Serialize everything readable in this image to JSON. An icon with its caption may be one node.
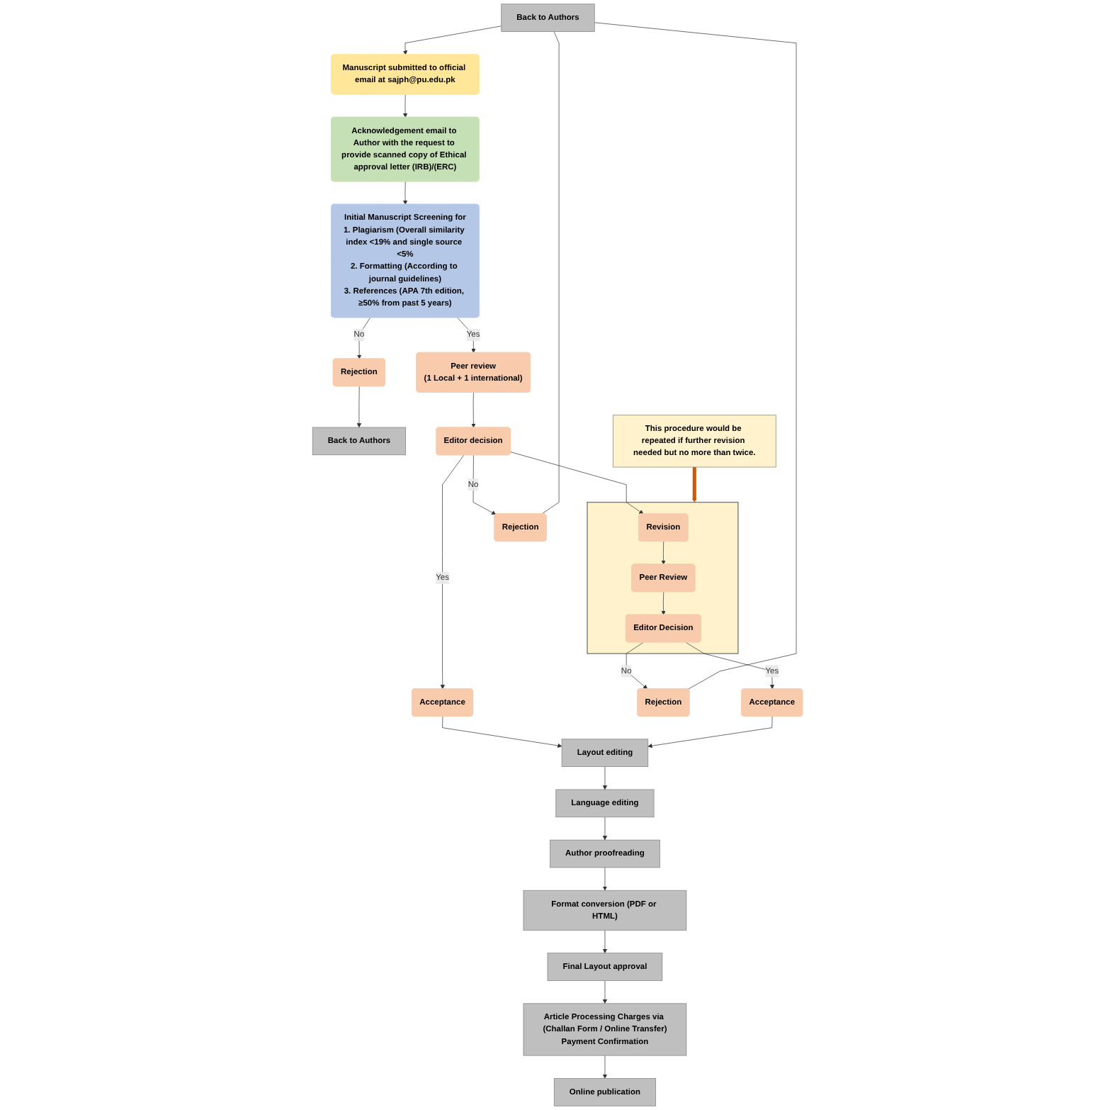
{
  "diagram": {
    "nodes": [
      {
        "text": [
          "Manuscript submitted to official email at sajph@pu.edu.pk"
        ]
      },
      {
        "text": [
          "Acknowledgement email to Author with the request to provide scanned copy of Ethical approval letter (IRB)/(ERC)"
        ]
      },
      {
        "text": [
          "Initial Manuscript Screening for",
          "1. Plagiarism (Overall similarity index <19% and single source <5%",
          "2. Formatting (According to journal guidelines)",
          "3. References (APA 7th edition, ≥50% from past 5 years)"
        ]
      },
      {
        "text": [
          "Peer review",
          "(1 Local + 1 international)"
        ]
      },
      {
        "text": [
          "Rejection"
        ]
      },
      {
        "text": [
          "Back to Authors"
        ]
      },
      {
        "text": [
          "Editor decision"
        ]
      },
      {
        "text": [
          "Rejection"
        ]
      },
      {
        "text": [],
        "shape": "box"
      },
      {
        "text": [
          "Revision"
        ],
        "in": 8
      },
      {
        "text": [
          "Peer Review"
        ],
        "in": 8
      },
      {
        "text": [
          "Editor Decision"
        ],
        "in": 8
      },
      {
        "text": [
          "Acceptance"
        ]
      },
      {
        "text": [
          "This procedure would be repeated if further revision needed but no more than twice."
        ]
      },
      {
        "text": [
          "Rejection"
        ]
      },
      {
        "text": [
          "Acceptance"
        ]
      },
      {
        "text": [
          "Back to Authors"
        ]
      },
      {
        "text": [
          "Layout editing"
        ]
      },
      {
        "text": [
          "Language editing"
        ]
      },
      {
        "text": [
          "Author proofreading"
        ]
      },
      {
        "text": [
          "Format conversion (PDF or HTML)"
        ]
      },
      {
        "text": [
          "Final Layout approval"
        ]
      },
      {
        "text": [
          "Article Processing Charges via (Challan Form / Online Transfer)",
          "Payment Confirmation"
        ]
      },
      {
        "text": [
          "Online publication"
        ]
      }
    ],
    "edges": [
      {
        "from": 0,
        "to": 1,
        "arrow": "to"
      },
      {
        "from": 1,
        "to": 2,
        "arrow": "to"
      },
      {
        "from": 2,
        "to": 3,
        "arrow": "to",
        "label": "Yes"
      },
      {
        "from": 2,
        "to": 4,
        "arrow": "to",
        "label": "No"
      },
      {
        "from": 4,
        "to": 5,
        "arrow": "to"
      },
      {
        "from": 3,
        "to": 6,
        "arrow": "to"
      },
      {
        "from": 6,
        "to": 7,
        "arrow": "to",
        "label": "No"
      },
      {
        "from": 6,
        "to": 9,
        "arrow": "to"
      },
      {
        "from": 6,
        "to": 12,
        "arrow": "to",
        "label": "Yes"
      },
      {
        "from": 9,
        "to": 10,
        "arrow": "to"
      },
      {
        "from": 10,
        "to": 11,
        "arrow": "to"
      },
      {
        "from": 13,
        "to": 8,
        "arrow": "to",
        "style": "thick",
        "color": "#c55a11"
      },
      {
        "from": 11,
        "to": 14,
        "arrow": "to",
        "label": "No"
      },
      {
        "from": 11,
        "to": 15,
        "arrow": "to",
        "label": "Yes"
      },
      {
        "from": 7,
        "to": 16,
        "arrow": "none"
      },
      {
        "from": 14,
        "to": 16,
        "arrow": "none"
      },
      {
        "from": 16,
        "to": 0,
        "arrow": "to"
      },
      {
        "from": 12,
        "to": 17,
        "arrow": "to"
      },
      {
        "from": 15,
        "to": 17,
        "arrow": "to"
      },
      {
        "from": 17,
        "to": 18,
        "arrow": "to"
      },
      {
        "from": 18,
        "to": 19,
        "arrow": "to"
      },
      {
        "from": 19,
        "to": 20,
        "arrow": "to"
      },
      {
        "from": 20,
        "to": 21,
        "arrow": "to"
      },
      {
        "from": 21,
        "to": 22,
        "arrow": "to"
      },
      {
        "from": 22,
        "to": 23,
        "arrow": "to"
      }
    ]
  }
}
